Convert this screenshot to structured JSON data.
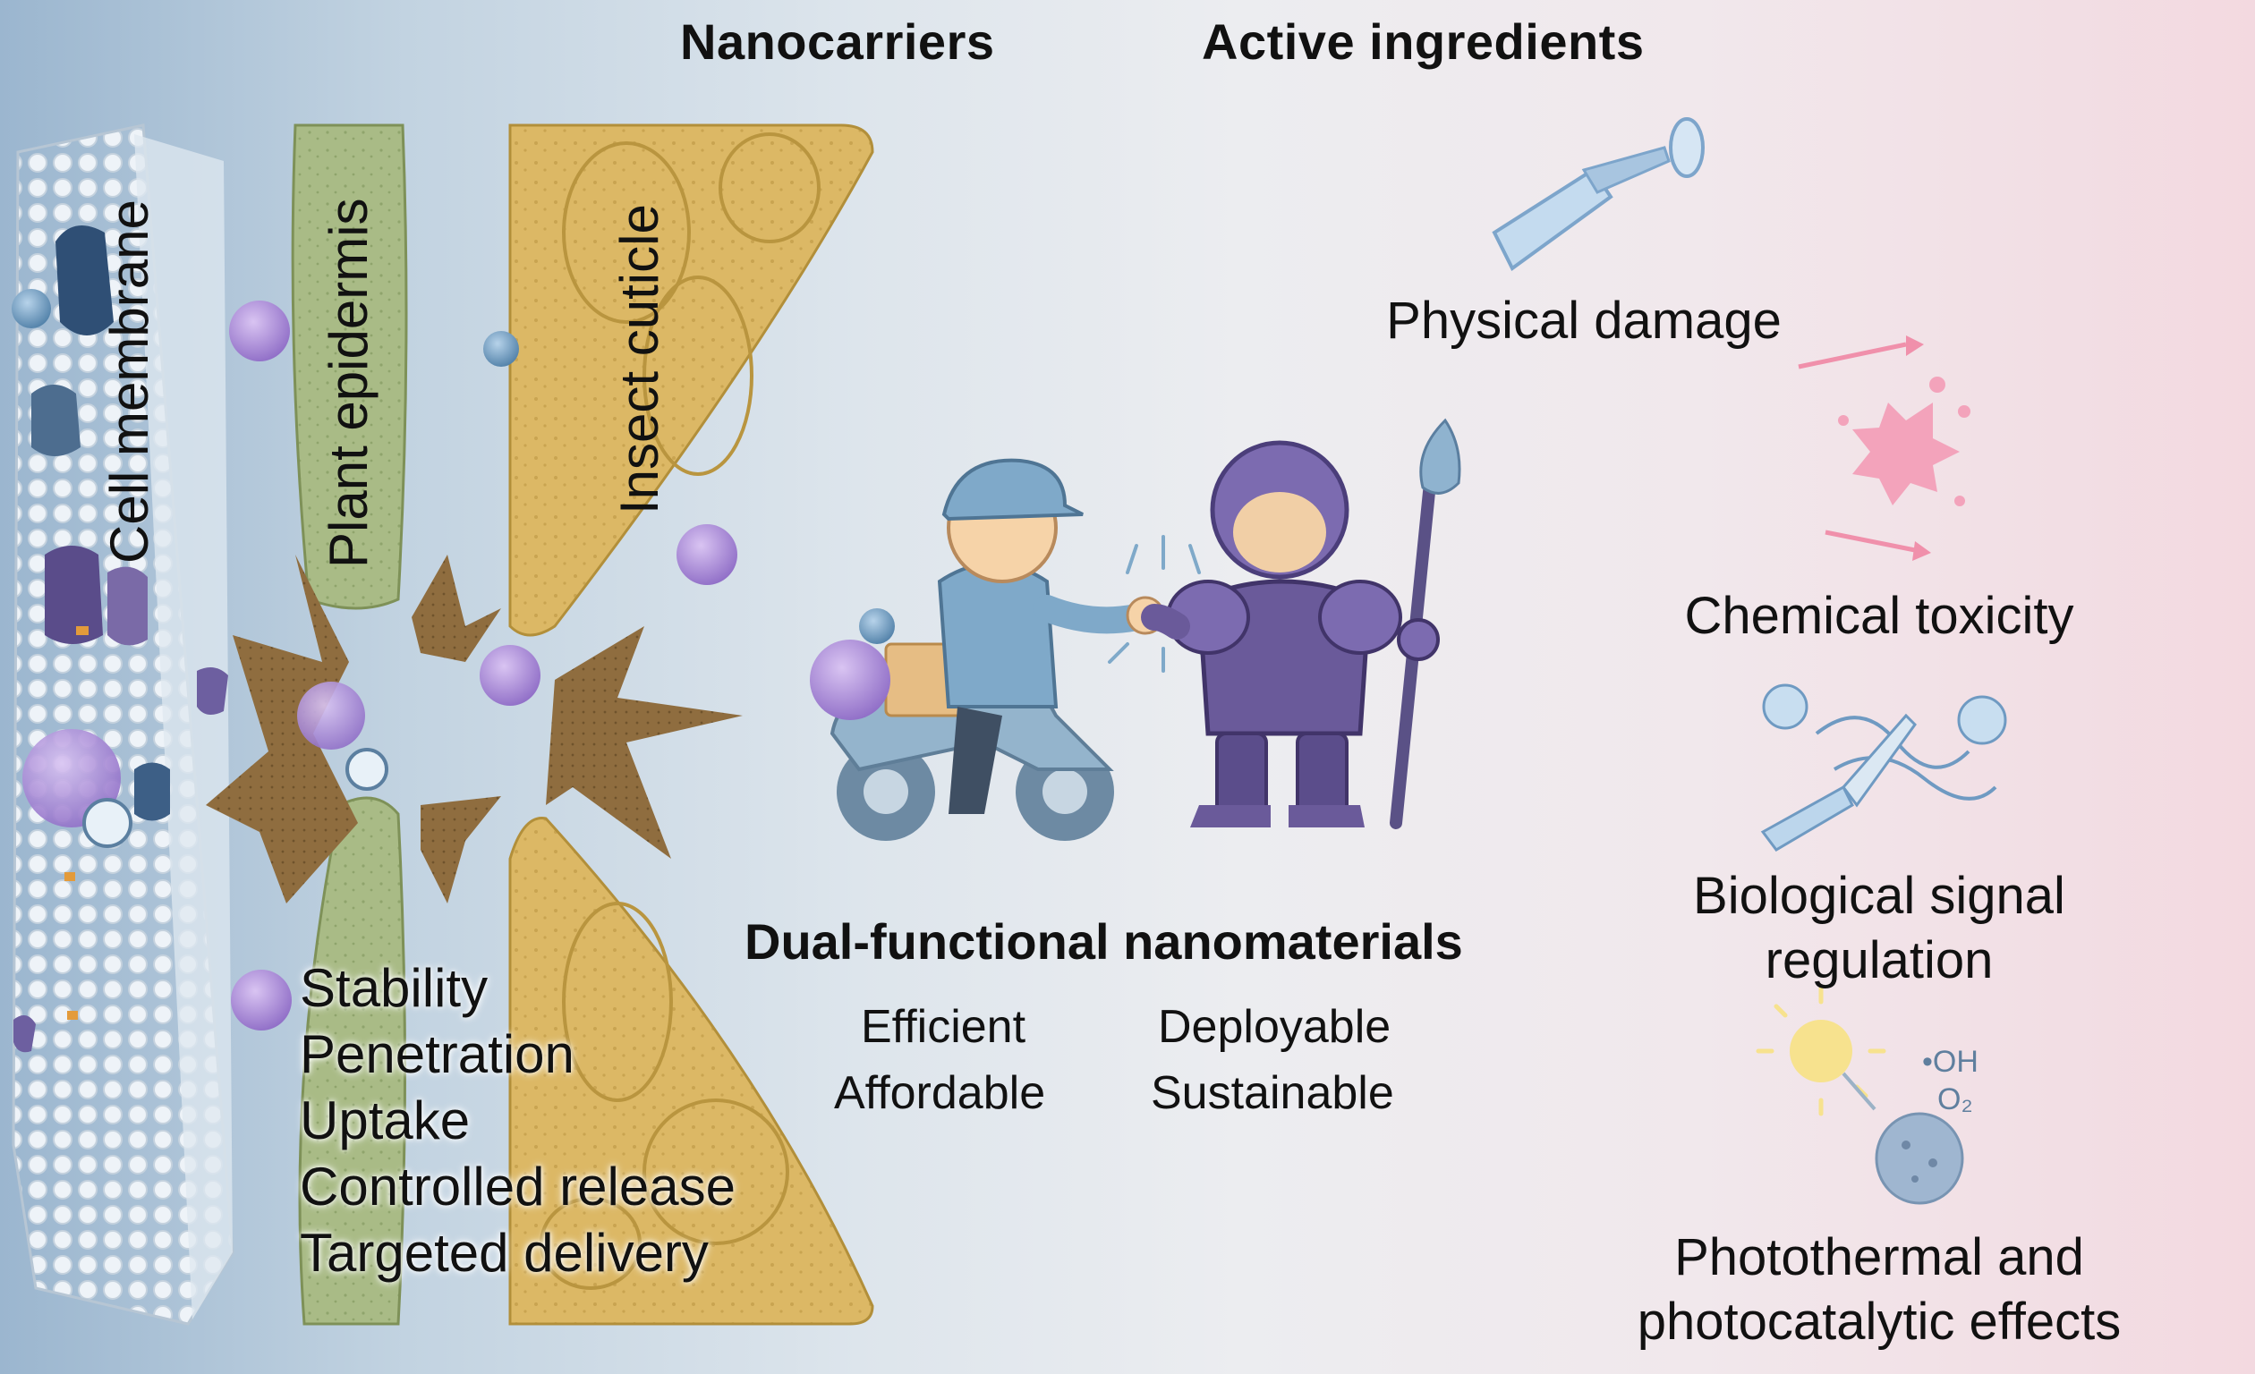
{
  "headers": {
    "nanocarriers": "Nanocarriers",
    "active_ingredients": "Active ingredients"
  },
  "barriers": {
    "cell_membrane": "Cell membrane",
    "plant_epidermis": "Plant epidermis",
    "insect_cuticle": "Insect cuticle"
  },
  "properties": [
    "Stability",
    "Penetration",
    "Uptake",
    "Controlled release",
    "Targeted delivery"
  ],
  "center": {
    "title": "Dual-functional nanomaterials",
    "left_col": [
      "Efficient",
      "Affordable"
    ],
    "right_col": [
      "Deployable",
      "Sustainable"
    ]
  },
  "effects": {
    "physical": "Physical damage",
    "chemical": "Chemical toxicity",
    "biological_1": "Biological signal",
    "biological_2": "regulation",
    "photo_1": "Photothermal and",
    "photo_2": "photocatalytic effects",
    "oh_label": "•OH",
    "o2_label": "O₂"
  },
  "colors": {
    "plant": "#a7b884",
    "cuticle": "#d9b45e",
    "nanoparticle": "#a98ad6",
    "armor": "#6a5a9a",
    "courier": "#7fa9c9",
    "pink_accent": "#ef9ab3"
  }
}
